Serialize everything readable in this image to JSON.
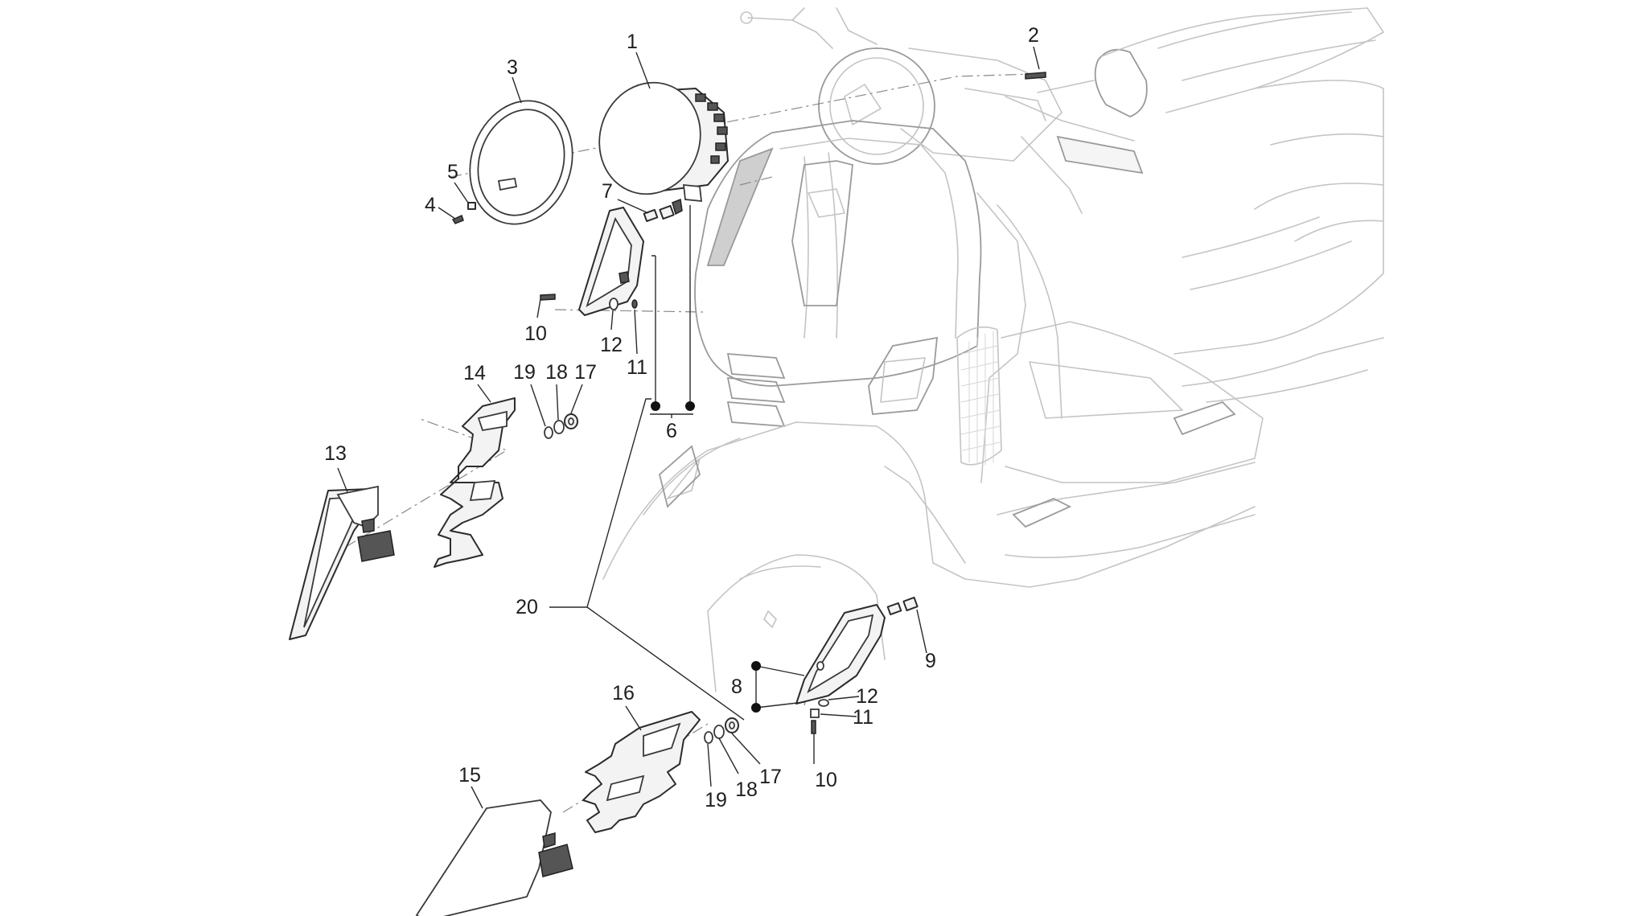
{
  "callouts": {
    "c1": "1",
    "c2": "2",
    "c3": "3",
    "c4": "4",
    "c5": "5",
    "c6": "6",
    "c7": "7",
    "c8": "8",
    "c9": "9",
    "c10a": "10",
    "c10b": "10",
    "c11a": "11",
    "c11b": "11",
    "c12a": "12",
    "c12b": "12",
    "c13": "13",
    "c14": "14",
    "c15": "15",
    "c16": "16",
    "c17a": "17",
    "c17b": "17",
    "c18a": "18",
    "c18b": "18",
    "c19a": "19",
    "c19b": "19",
    "c20": "20"
  }
}
